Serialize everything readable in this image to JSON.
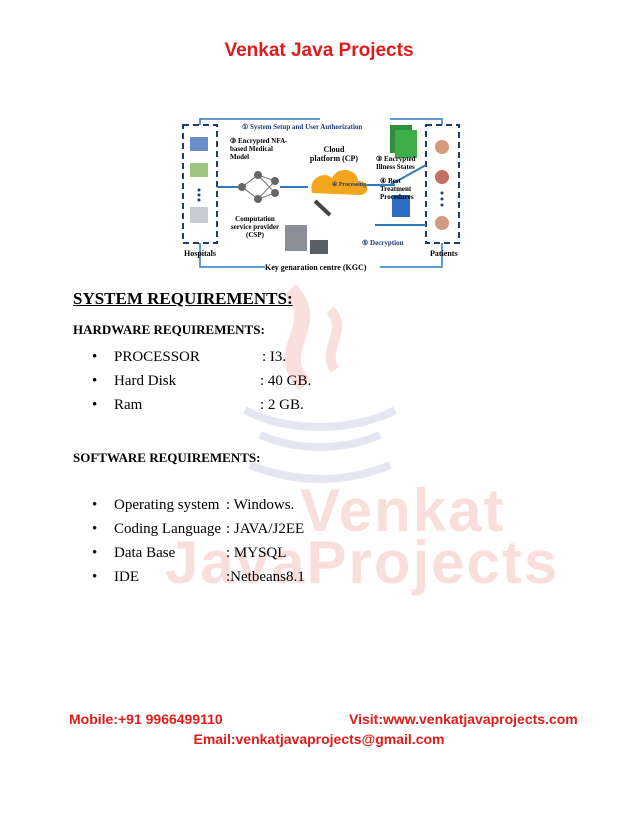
{
  "header": {
    "title": "Venkat Java Projects"
  },
  "watermark": {
    "line1": "Venkat",
    "line2": "JavaProjects"
  },
  "diagram": {
    "step1": "① System Setup and User Authorization",
    "encrypted_model": "③ Encrypted NFA-based Medical Model",
    "cloud": "Cloud platform (CP)",
    "encrypted_states": "③ Encrypted Illness States",
    "processing": "④ Processing",
    "best_treatment": "④ Best Treatment Procedures",
    "csp": "Computation service provider (CSP)",
    "decryption": "⑤ Decryption",
    "hospitals": "Hospitals",
    "kgc": "Key genaration centre (KGC)",
    "patients": "Patients",
    "circle1": "①"
  },
  "system_req": {
    "heading": "SYSTEM REQUIREMENTS:"
  },
  "hardware": {
    "heading": "HARDWARE REQUIREMENTS:",
    "items": [
      {
        "bullet": "•",
        "label": "PROCESSOR",
        "value": ": I3."
      },
      {
        "bullet": "•",
        "label": "Hard Disk",
        "value": ": 40 GB."
      },
      {
        "bullet": "•",
        "label": "Ram",
        "value": ": 2 GB."
      }
    ]
  },
  "software": {
    "heading": "SOFTWARE  REQUIREMENTS:",
    "items": [
      {
        "bullet": "•",
        "label": "Operating system",
        "value": ": Windows."
      },
      {
        "bullet": "•",
        "label": "Coding Language",
        "value": ":  JAVA/J2EE"
      },
      {
        "bullet": "•",
        "label": "Data Base",
        "value": ":  MYSQL"
      },
      {
        "bullet": "•",
        "label": "IDE",
        "value": ":Netbeans8.1"
      }
    ]
  },
  "footer": {
    "mobile": "Mobile:+91 9966499110",
    "visit": "Visit:www.venkatjavaprojects.com",
    "email": "Email:venkatjavaprojects@gmail.com"
  }
}
